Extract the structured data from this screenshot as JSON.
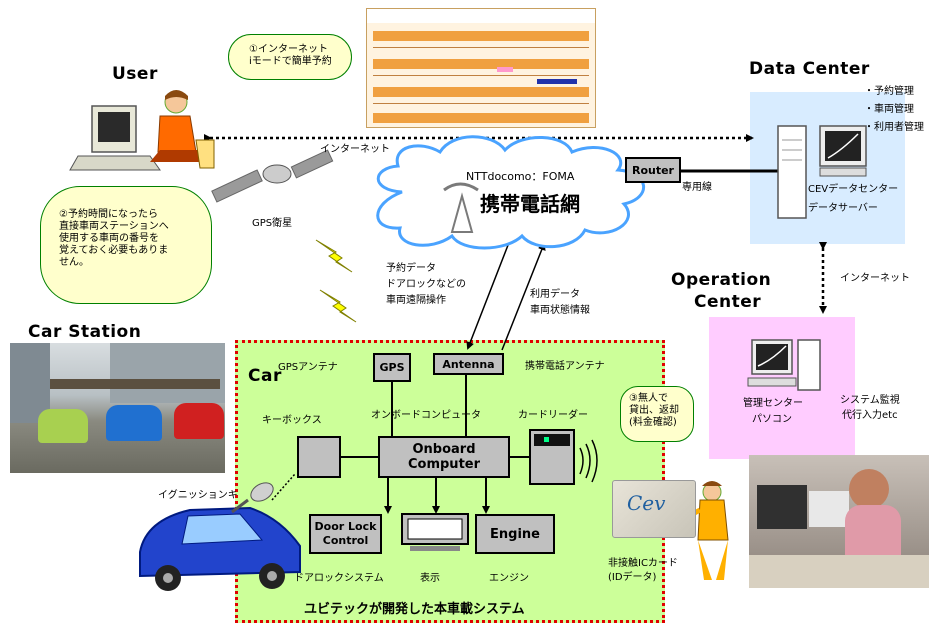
{
  "user": {
    "title": "User",
    "bubble": [
      "①インターネット",
      "iモードで簡単予約"
    ]
  },
  "data_center": {
    "title": "Data Center",
    "functions": [
      "・予約管理",
      "・車両管理",
      "・利用者管理"
    ],
    "server_label": [
      "CEVデータセンター",
      "データサーバー"
    ]
  },
  "network": {
    "internet_top": "インターネット",
    "carrier": "NTTdocomo：FOMA",
    "mobile_net": "携帯電話網",
    "router": "Router",
    "dedicated_line": "専用線",
    "internet_right": "インターネット"
  },
  "gps_satellite": "GPS衛星",
  "step2_bubble": [
    "②予約時間になったら",
    "直接車両ステーションへ",
    "使用する車両の番号を",
    "覚えておく必要もありま",
    "せん。"
  ],
  "down_flow": [
    "予約データ",
    "ドアロックなどの",
    "車両遠隔操作"
  ],
  "up_flow": [
    "利用データ",
    "車両状態情報"
  ],
  "operation_center": {
    "title": [
      "Operation",
      "Center"
    ],
    "pc_label": [
      "管理センター",
      "パソコン"
    ],
    "tasks": [
      "システム監視",
      "代行入力etc"
    ]
  },
  "car_station": {
    "title": "Car Station"
  },
  "car_system": {
    "title": "Car",
    "gps_antenna": "GPSアンテナ",
    "gps": "GPS",
    "antenna": "Antenna",
    "phone_antenna": "携帯電話アンテナ",
    "keybox_label": "キーボックス",
    "onboard_label": "オンボードコンピュータ",
    "card_reader_label": "カードリーダー",
    "onboard": [
      "Onboard",
      "Computer"
    ],
    "door_lock": [
      "Door Lock",
      "Control"
    ],
    "engine": "Engine",
    "door_lock_label": "ドアロックシステム",
    "display_label": "表示",
    "engine_label": "エンジン",
    "footer": "ユビテックが開発した本車載システム"
  },
  "ignition_key": "イグニッションキ",
  "step3_bubble": [
    "③無人で",
    "貸出、返却",
    "(料金確認)"
  ],
  "contactless_card": [
    "非接触ICカード",
    "(IDデータ)"
  ]
}
